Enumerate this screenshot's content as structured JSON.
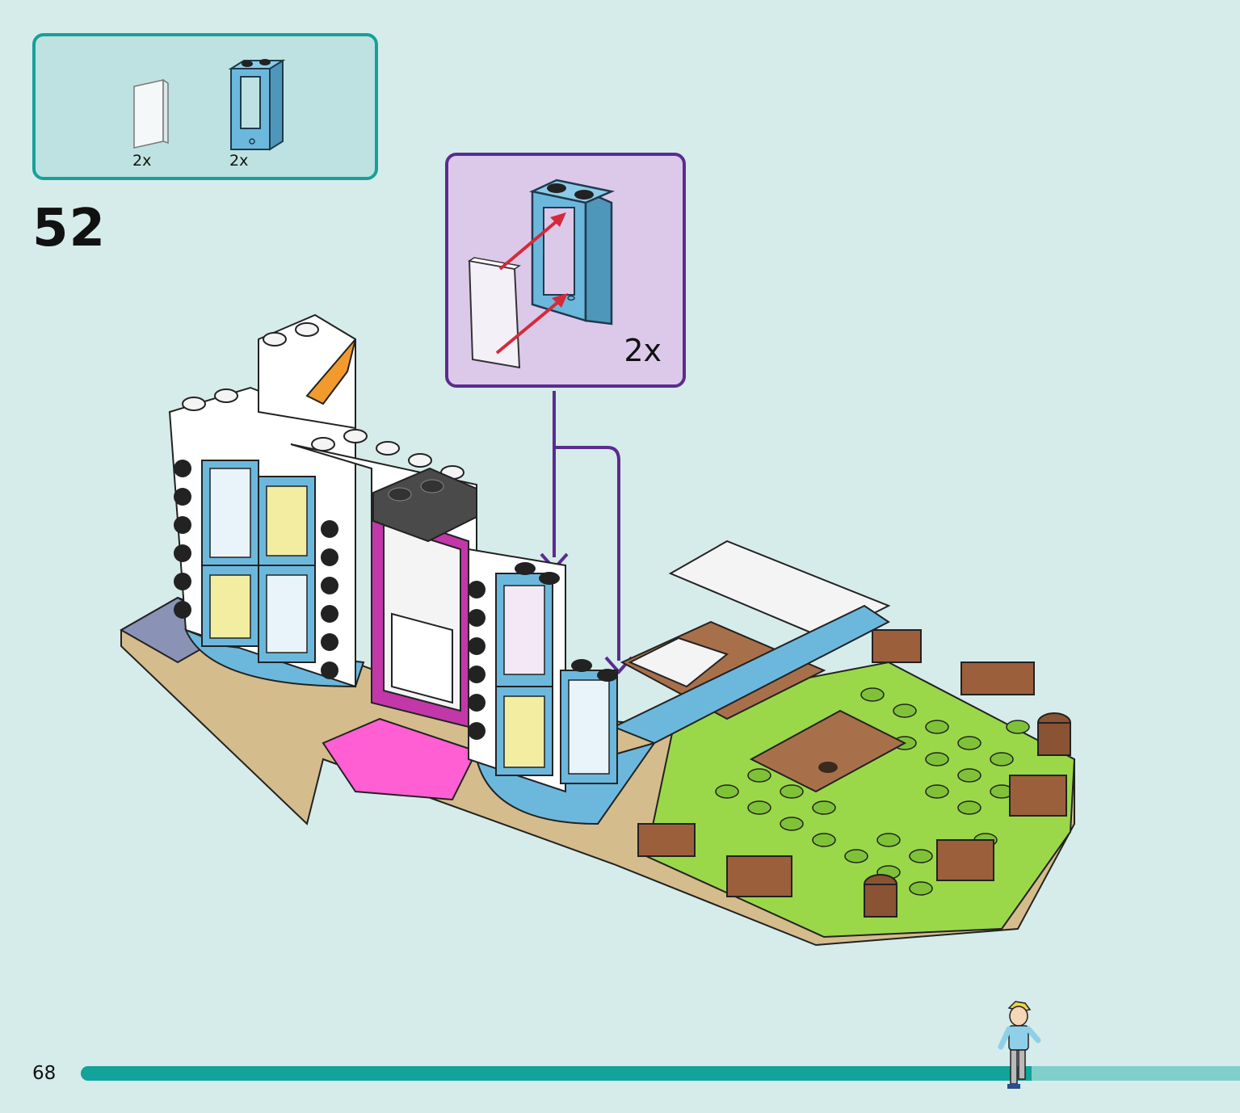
{
  "parts_list": {
    "items": [
      {
        "name": "transparent-glass-pane",
        "quantity": "2x"
      },
      {
        "name": "medium-azure-window-frame",
        "quantity": "2x"
      }
    ]
  },
  "step": {
    "number": "52"
  },
  "callout": {
    "quantity": "2x"
  },
  "page": {
    "number": "68"
  },
  "progress": {
    "fraction": 0.82
  },
  "colors": {
    "background": "#d6ecea",
    "parts_box_border": "#17a09a",
    "callout_border": "#5b2c8f",
    "callout_fill": "#dcc9ea",
    "frame_blue": "#6cb8dd",
    "progress_fill": "#12a39a",
    "arrow_red": "#d42a3a"
  }
}
